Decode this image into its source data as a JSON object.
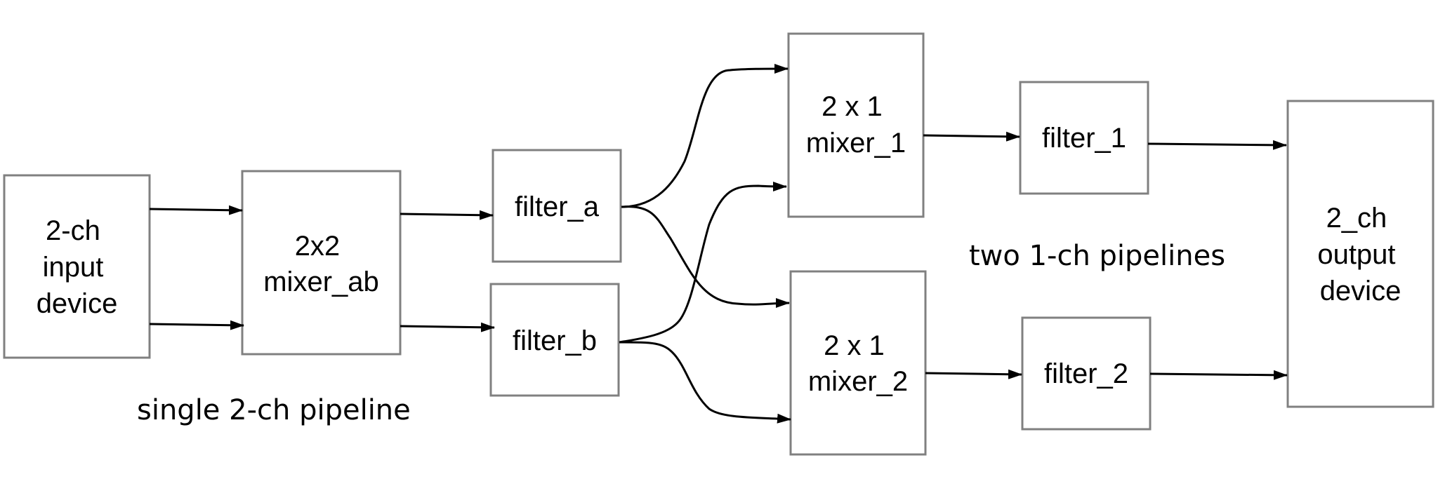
{
  "nodes": {
    "input_device": [
      "2-ch",
      "input",
      "device"
    ],
    "mixer_ab": [
      "2x2",
      "mixer_ab"
    ],
    "filter_a": [
      "filter_a"
    ],
    "filter_b": [
      "filter_b"
    ],
    "mixer_1": [
      "2 x 1",
      "mixer_1"
    ],
    "mixer_2": [
      "2 x 1",
      "mixer_2"
    ],
    "filter_1": [
      "filter_1"
    ],
    "filter_2": [
      "filter_2"
    ],
    "output_device": [
      "2_ch",
      "output",
      "device"
    ]
  },
  "annotations": {
    "single_pipeline": "single 2-ch pipeline",
    "two_pipelines": "two 1-ch pipelines"
  },
  "edges": [
    {
      "from": "input_device",
      "to": "mixer_ab"
    },
    {
      "from": "input_device",
      "to": "mixer_ab"
    },
    {
      "from": "mixer_ab",
      "to": "filter_a"
    },
    {
      "from": "mixer_ab",
      "to": "filter_b"
    },
    {
      "from": "filter_a",
      "to": "mixer_1"
    },
    {
      "from": "filter_a",
      "to": "mixer_2"
    },
    {
      "from": "filter_b",
      "to": "mixer_1"
    },
    {
      "from": "filter_b",
      "to": "mixer_2"
    },
    {
      "from": "mixer_1",
      "to": "filter_1"
    },
    {
      "from": "mixer_2",
      "to": "filter_2"
    },
    {
      "from": "filter_1",
      "to": "output_device"
    },
    {
      "from": "filter_2",
      "to": "output_device"
    }
  ]
}
